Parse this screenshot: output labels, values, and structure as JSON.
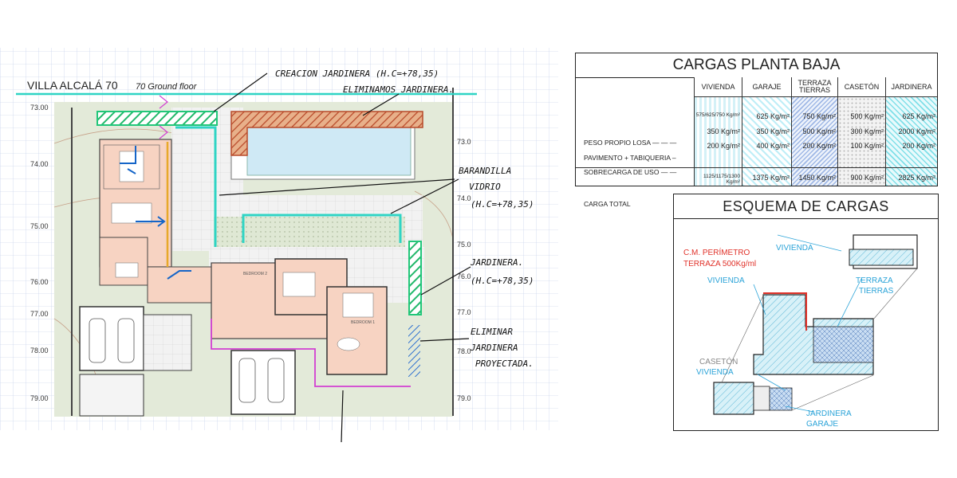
{
  "plan": {
    "title": "VILLA ALCALÁ 70",
    "subtitle": "70 Ground floor",
    "levels_left": [
      "73.00",
      "74.00",
      "75.00",
      "76.00",
      "77.00",
      "78.00",
      "79.00"
    ],
    "levels_right": [
      "73.0",
      "74.0",
      "75.0",
      "76.0",
      "77.0",
      "78.0",
      "79.0"
    ],
    "rooms": [
      "BEDROOM 2",
      "BEDROOM 1"
    ],
    "annotations": {
      "creacion": "CREACION JARDINERA (H.C=+78,35)",
      "eliminamos": "ELIMINAMOS JARDINERA.",
      "barandilla_1": "BARANDILLA",
      "barandilla_2": "VIDRIO",
      "barandilla_3": "(H.C=+78,35)",
      "jardinera_1": "JARDINERA.",
      "jardinera_2": "(H.C=+78,35)",
      "eliminar_1": "ELIMINAR",
      "eliminar_2": "JARDINERA",
      "eliminar_3": "PROYECTADA."
    }
  },
  "loads": {
    "title": "CARGAS PLANTA BAJA",
    "row_labels": [
      "PESO PROPIO LOSA — — —",
      "PAVIMENTO + TABIQUERIA –",
      "SOBRECARGA DE USO — —",
      "CARGA TOTAL"
    ],
    "columns": [
      {
        "header": "VIVIENDA",
        "values": [
          "575/625/750 Kg/m²",
          "350 Kg/m²",
          "200 Kg/m²",
          "1125/1175/1300 Kg/m²"
        ]
      },
      {
        "header": "GARAJE",
        "values": [
          "625 Kg/m²",
          "350 Kg/m²",
          "400 Kg/m²",
          "1375 Kg/m²"
        ]
      },
      {
        "header": "TERRAZA TIERRAS",
        "values": [
          "750 Kg/m²",
          "500 Kg/m²",
          "200 Kg/m²",
          "1450 Kg/m²"
        ]
      },
      {
        "header": "CASETÓN",
        "values": [
          "500 Kg/m²",
          "300 Kg/m²",
          "100 Kg/m²",
          "900 Kg/m²"
        ]
      },
      {
        "header": "JARDINERA",
        "values": [
          "625 Kg/m²",
          "2000 Kg/m²",
          "200 Kg/m²",
          "2825 Kg/m²"
        ]
      }
    ]
  },
  "scheme": {
    "title": "ESQUEMA DE CARGAS",
    "labels": {
      "cm_1": "C.M. PERÍMETRO",
      "cm_2": "TERRAZA 500Kg/ml",
      "vivienda_top": "VIVIENDA",
      "vivienda_left": "VIVIENDA",
      "terraza_1": "TERRAZA",
      "terraza_2": "TIERRAS",
      "caseton": "CASETÓN",
      "vivienda_bottom": "VIVIENDA",
      "jardinera": "JARDINERA",
      "garaje": "GARAJE"
    }
  },
  "colors": {
    "annotation_green": "#22c77a",
    "annotation_cyan": "#2fd4c4",
    "annotation_orange": "#c8643a",
    "annotation_blue": "#1565c8",
    "annotation_magenta": "#d23fd2",
    "label_blue": "#2aa3d8",
    "label_red": "#e0322a"
  }
}
